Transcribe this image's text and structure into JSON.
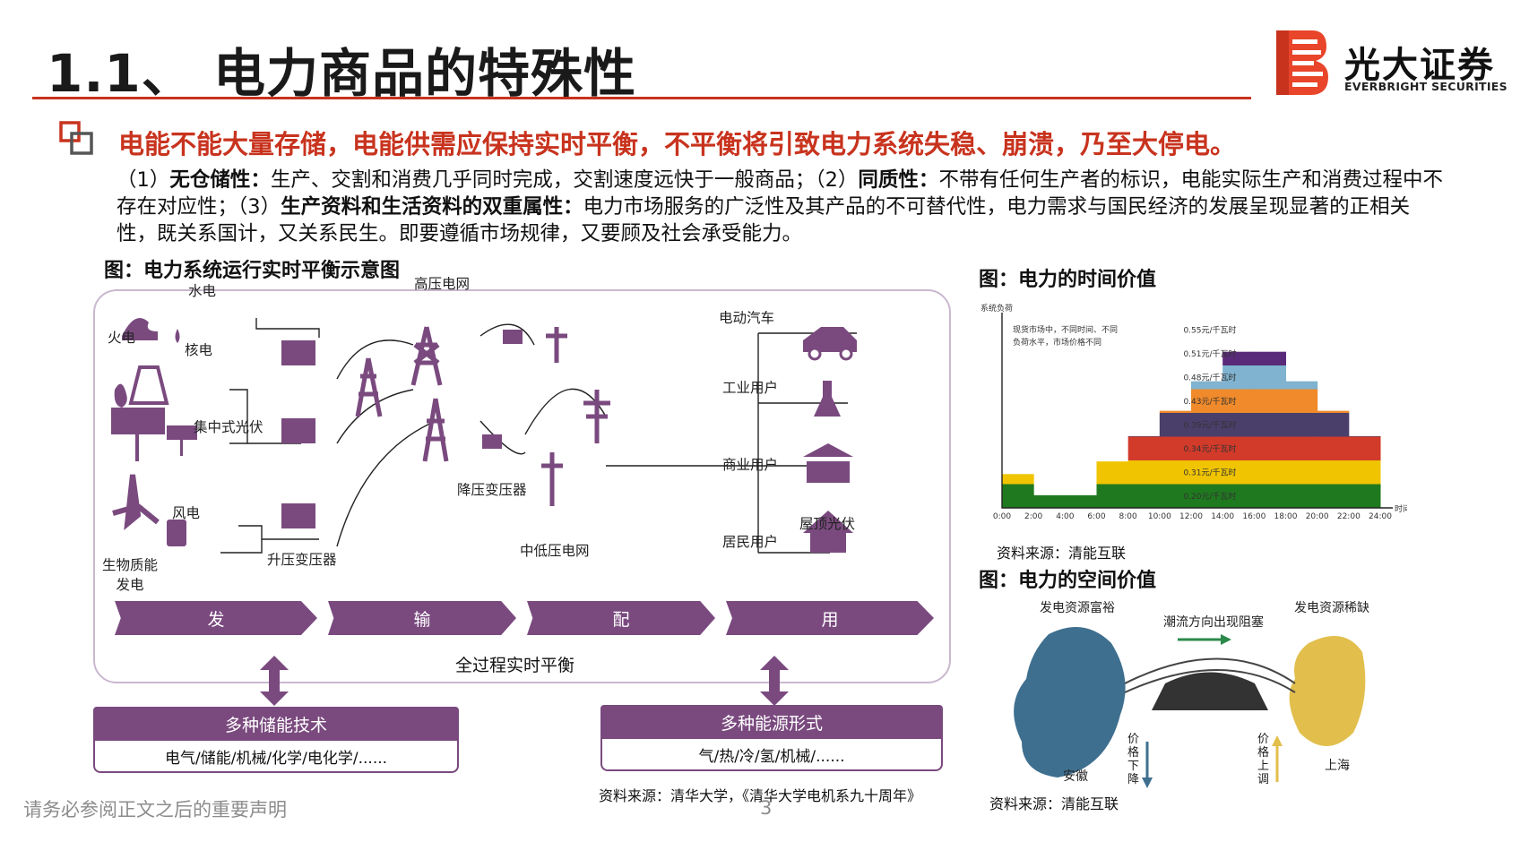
{
  "header": {
    "title": "1.1、 电力商品的特殊性",
    "logo_cn": "光大证券",
    "logo_en": "EVERBRIGHT SECURITIES"
  },
  "headline": "电能不能大量存储，电能供需应保持实时平衡，不平衡将引致电力系统失稳、崩溃，乃至大停电。",
  "paragraph": {
    "p1": "（1）",
    "b1": "无仓储性：",
    "t1": "生产、交割和消费几乎同时完成，交割速度远快于一般商品；（2）",
    "b2": "同质性：",
    "t2": "不带有任何生产者的标识，电能实际生产和消费过程中不存在对应性；（3）",
    "b3": "生产资料和生活资料的双重属性：",
    "t3": "电力市场服务的广泛性及其产品的不可替代性，电力需求与国民经济的发展呈现显著的正相关性，既关系国计，又关系民生。即要遵循市场规律，又要顾及社会承受能力。"
  },
  "left_figure": {
    "caption": "图：电力系统运行实时平衡示意图",
    "labels": {
      "hydro": "水电",
      "thermal": "火电",
      "nuclear": "核电",
      "pv_central": "集中式光伏",
      "wind": "风电",
      "biomass": "生物质能\n发电",
      "step_up": "升压变压器",
      "hv_grid": "高压电网",
      "step_down": "降压变压器",
      "mv_lv_grid": "中低压电网",
      "ev": "电动汽车",
      "industrial": "工业用户",
      "commercial": "商业用户",
      "rooftop_pv": "屋顶光伏",
      "residential": "居民用户"
    },
    "stages": [
      "发",
      "输",
      "配",
      "用"
    ],
    "balance": "全过程实时平衡",
    "box_left": {
      "head": "多种储能技术",
      "body": "电气/储能/机械/化学/电化学/......"
    },
    "box_right": {
      "head": "多种能源形式",
      "body": "气/热/冷/氢/机械/......"
    },
    "source": "资料来源：清华大学，《清华大学电机系九十周年》"
  },
  "time_value": {
    "caption": "图：电力的时间价值",
    "source": "资料来源：清能互联"
  },
  "chart_data": {
    "type": "area",
    "title": "",
    "ylabel": "系统负荷",
    "xlabel": "时间",
    "annotation": "现货市场中，不同时间、不同负荷水平，市场价格不同",
    "x_ticks": [
      "0:00",
      "2:00",
      "4:00",
      "6:00",
      "8:00",
      "10:00",
      "12:00",
      "14:00",
      "16:00",
      "18:00",
      "20:00",
      "22:00",
      "24:00"
    ],
    "price_bands": [
      {
        "label": "0.20元/千瓦时",
        "color": "#1f7a1f"
      },
      {
        "label": "0.31元/千瓦时",
        "color": "#f0c400"
      },
      {
        "label": "0.34元/千瓦时",
        "color": "#d23a2a"
      },
      {
        "label": "0.39元/千瓦时",
        "color": "#4a3f6b"
      },
      {
        "label": "0.43元/千瓦时",
        "color": "#f08a2a"
      },
      {
        "label": "0.48元/千瓦时",
        "color": "#7fb3cf"
      },
      {
        "label": "0.51元/千瓦时",
        "color": "#5a2a7a"
      },
      {
        "label": "0.55元/千瓦时",
        "color": "#c8331e"
      }
    ],
    "load": [
      2.2,
      1.6,
      0.6,
      2.2,
      3.4,
      4.6,
      6.0,
      7.4,
      8.2,
      7.4,
      6.0,
      4.6,
      3.4
    ],
    "ylim": [
      0,
      9
    ]
  },
  "space_value": {
    "caption": "图：电力的空间价值",
    "rich": "发电资源富裕",
    "congestion": "潮流方向出现阻塞",
    "scarce": "发电资源稀缺",
    "anhui": "安徽",
    "shanghai": "上海",
    "price_down": "价格下降",
    "price_up": "价格上调",
    "source": "资料来源：清能互联"
  },
  "footer": {
    "disclaimer": "请务必参阅正文之后的重要声明",
    "page": "3"
  },
  "colors": {
    "brand_red": "#c8331e",
    "purple": "#7a4a7f"
  }
}
